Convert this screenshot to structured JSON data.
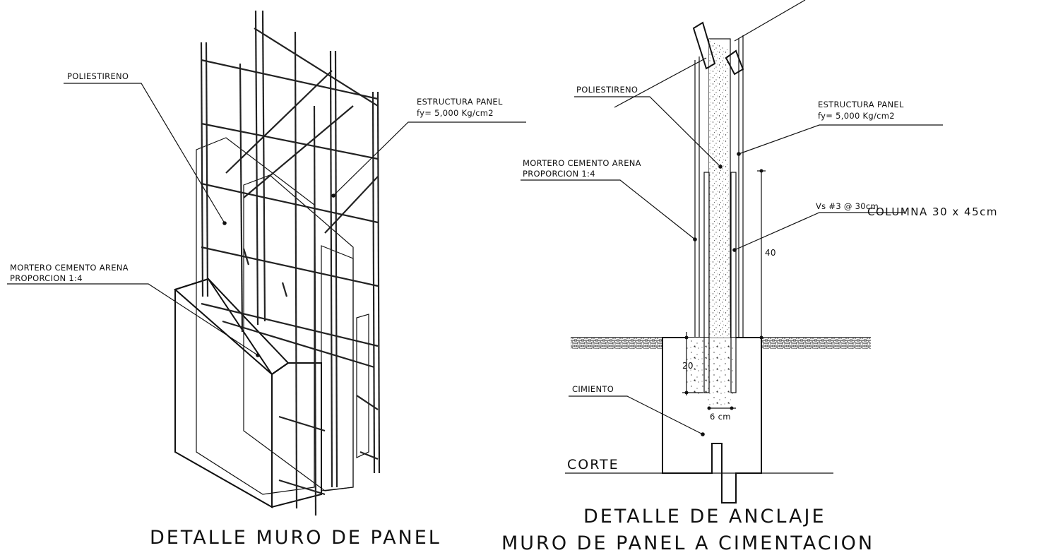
{
  "left_detail": {
    "title": "DETALLE MURO DE PANEL",
    "labels": {
      "poliestireno": "POLIESTIRENO",
      "estructura_1": "ESTRUCTURA PANEL",
      "estructura_2": "fy= 5,000 Kg/cm2",
      "mortero_1": "MORTERO CEMENTO ARENA",
      "mortero_2": "PROPORCION 1:4"
    }
  },
  "right_detail": {
    "title_line1": "DETALLE DE ANCLAJE",
    "title_line2": "MURO DE PANEL A CIMENTACION",
    "labels": {
      "poliestireno": "POLIESTIRENO",
      "estructura_1": "ESTRUCTURA PANEL",
      "estructura_2": "fy= 5,000 Kg/cm2",
      "mortero_1": "MORTERO CEMENTO ARENA",
      "mortero_2": "PROPORCION 1:4",
      "varillas": "Vs #3 @ 30cm",
      "columna": "COLUMNA 30 x 45cm",
      "cimiento": "CIMIENTO",
      "corte": "CORTE"
    },
    "dimensions": {
      "upper": "40",
      "lower": "20",
      "gap": "6 cm"
    }
  }
}
